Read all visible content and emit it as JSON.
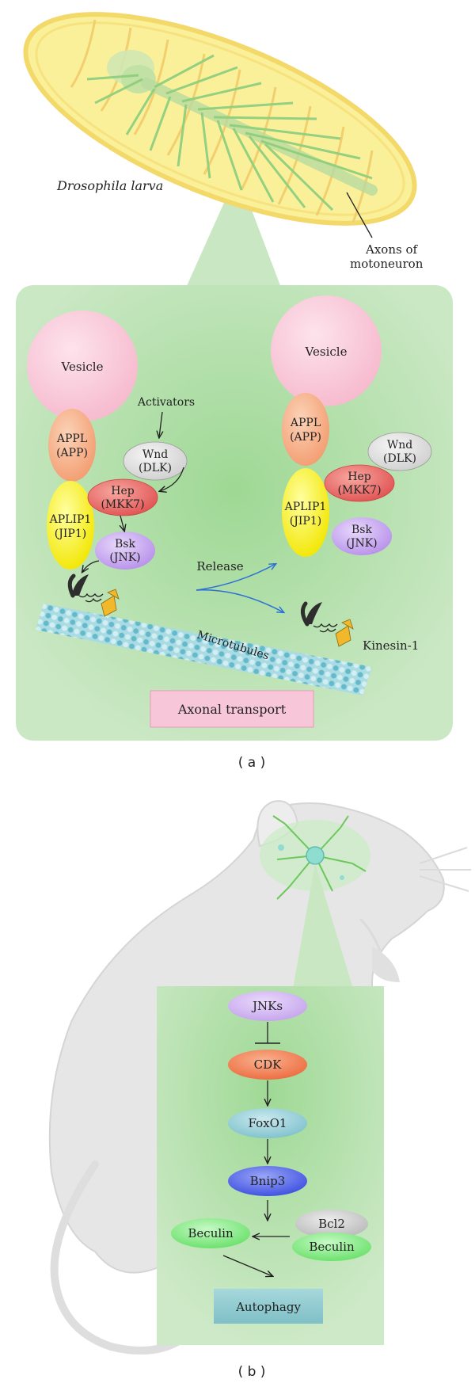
{
  "panel_a": {
    "organism_label": "Drosophila larva",
    "axons_label": [
      "Axons of",
      "motoneuron"
    ],
    "left_complex": {
      "vesicle": "Vesicle",
      "appl": [
        "APPL",
        "(APP)"
      ],
      "aplip1": [
        "APLIP1",
        "(JIP1)"
      ],
      "hep": [
        "Hep",
        "(MKK7)"
      ],
      "wnd": [
        "Wnd",
        "(DLK)"
      ],
      "bsk": [
        "Bsk",
        "(JNK)"
      ],
      "activators": "Activators"
    },
    "right_complex": {
      "vesicle": "Vesicle",
      "appl": [
        "APPL",
        "(APP)"
      ],
      "aplip1": [
        "APLIP1",
        "(JIP1)"
      ],
      "hep": [
        "Hep",
        "(MKK7)"
      ],
      "wnd": [
        "Wnd",
        "(DLK)"
      ],
      "bsk": [
        "Bsk",
        "(JNK)"
      ]
    },
    "release_label": "Release",
    "microtubules_label": "Microtubules",
    "kinesin_label": "Kinesin-1",
    "axonal_transport_label": "Axonal transport",
    "caption": "( a )"
  },
  "panel_b": {
    "jnks": "JNKs",
    "cdk": "CDK",
    "foxo1": "FoxO1",
    "bnip3": "Bnip3",
    "beculin_free": "Beculin",
    "bcl2": "Bcl2",
    "beculin_bound": "Beculin",
    "autophagy": "Autophagy",
    "caption": "( b )"
  },
  "colors": {
    "panel_green": "#c6e6c0",
    "vesicle_pink": "#f9c8d8",
    "appl_orange": "#f7b48e",
    "aplip1_yellow": "#f4f000",
    "hep_red": "#e86a6a",
    "wnd_grey": "#e0e0e0",
    "bsk_purple": "#c9a8ef",
    "microtubule_blue": "#7cc6d6",
    "axonal_transport_pink": "#f7c6d8",
    "cdk_orange": "#f07a50",
    "foxo1_teal": "#8ccbd6",
    "bnip3_blue": "#4a5be8",
    "beculin_green": "#7ee87e",
    "autophagy_box": "#8ec9cf"
  }
}
